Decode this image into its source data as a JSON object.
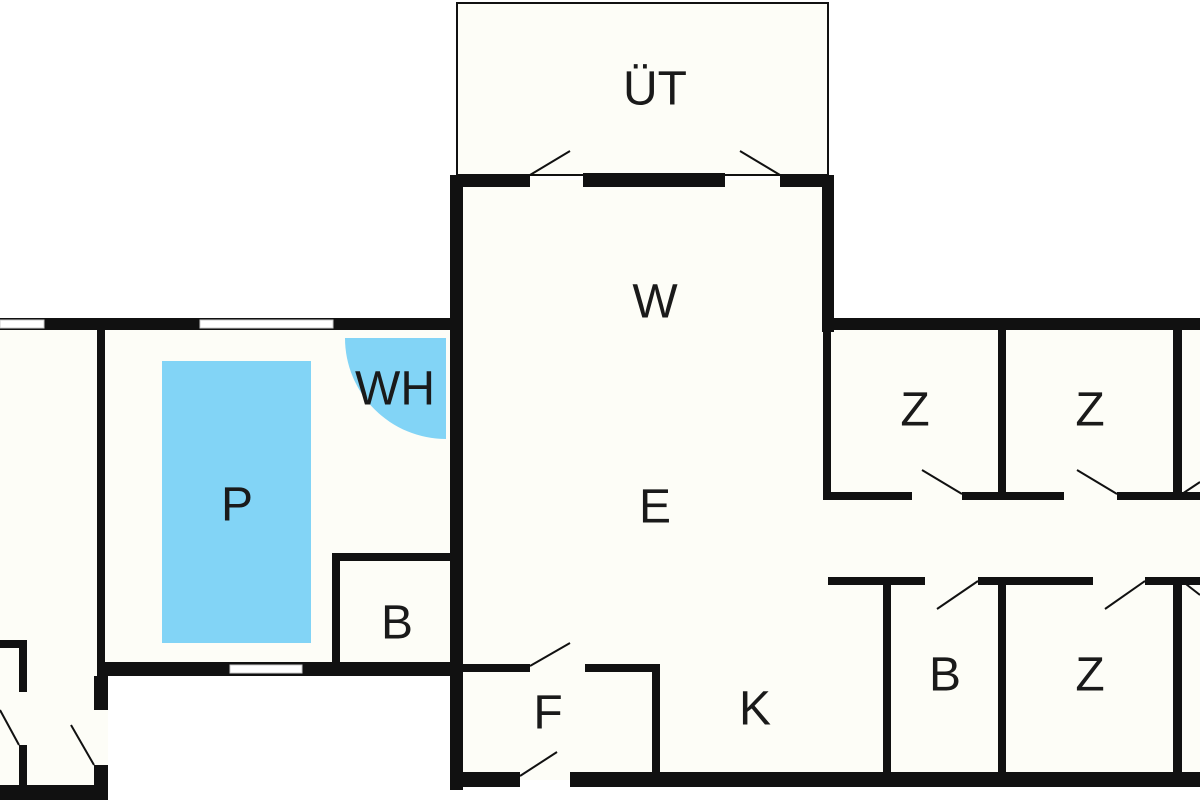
{
  "plan": {
    "colors": {
      "wall": "#111111",
      "pool": "#82D4F6",
      "floor": "#FDFDF7"
    },
    "rooms": {
      "terrace": "ÜT",
      "living": "W",
      "dining": "E",
      "kitchen": "K",
      "hallway": "F",
      "pool": "P",
      "whirlpool": "WH",
      "bath_left": "B",
      "bedroom_1": "Z",
      "bedroom_2": "Z",
      "bath_right": "B",
      "bedroom_3": "Z"
    }
  }
}
